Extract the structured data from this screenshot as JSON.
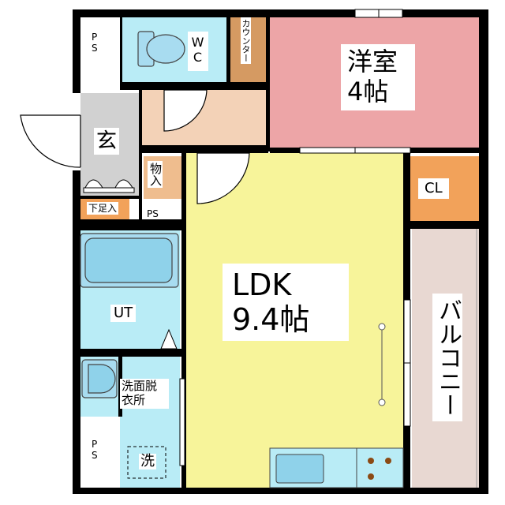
{
  "floorplan": {
    "rooms": {
      "ldk": {
        "name": "LDK",
        "size": "9.4帖",
        "color": "#f7f49a"
      },
      "bedroom": {
        "name": "洋室",
        "size": "4帖",
        "color": "#eda5a7"
      },
      "wc": {
        "name": "WC",
        "color": "#b9ecf6"
      },
      "genkan": {
        "name": "玄",
        "color": "#d1d1d1"
      },
      "storage": {
        "name": "物入",
        "color": "#efbd8e"
      },
      "closet": {
        "name": "CL",
        "color": "#f2a25a"
      },
      "counter": {
        "name": "カウンター",
        "color": "#d59a62"
      },
      "shoebox": {
        "name": "下足入",
        "color": "#f2a25a"
      },
      "ut": {
        "name": "UT",
        "color": "#b9ecf6"
      },
      "washroom": {
        "name": "洗面脱衣所",
        "line1": "洗面脱",
        "line2": "衣所",
        "color": "#b9ecf6"
      },
      "laundry": {
        "name": "洗"
      },
      "balcony": {
        "name": "バルコニー",
        "color": "#e8d8d2"
      },
      "hallway": {
        "color": "#f3d2b7"
      }
    },
    "ps_labels": [
      "PS",
      "PS",
      "PS"
    ],
    "colors": {
      "wall": "#000000",
      "bath": "#a8dcf0",
      "kitchen": "#b9ecf6",
      "burner": "#8b4a14"
    }
  }
}
